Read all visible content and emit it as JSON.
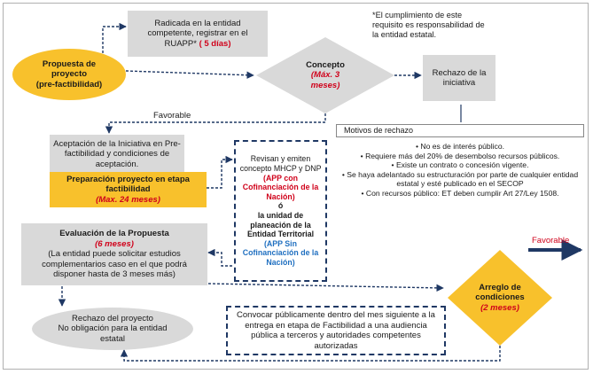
{
  "nodes": {
    "propuesta": {
      "line1": "Propuesta de",
      "line2": "proyecto",
      "line3": "(pre-factibilidad)"
    },
    "radicada": {
      "text": "Radicada en la entidad competente, registrar en el RUAPP*",
      "time": "( 5 días)"
    },
    "concepto": {
      "title": "Concepto",
      "time": "(Máx. 3 meses)"
    },
    "nota": {
      "text": "*El cumplimiento de este requisito es responsabilidad de la entidad estatal."
    },
    "rechazo_iniciativa": {
      "text": "Rechazo de la iniciativa"
    },
    "favorable_label": "Favorable",
    "aceptacion": {
      "text": "Aceptación de la Iniciativa en Pre-factibilidad y condiciones de aceptación."
    },
    "preparacion": {
      "title": "Preparación proyecto en etapa factibilidad",
      "time": "(Max. 24 meses)"
    },
    "revisan": {
      "part1": "Revisan y emiten concepto MHCP y DNP",
      "part2": "(APP con Cofinanciación de la Nación)",
      "part3": "ó",
      "part4": "la unidad de planeación de la Entidad Territorial",
      "part5": "(APP Sin Cofinanciación de la Nación)"
    },
    "evaluacion": {
      "title": "Evaluación de la Propuesta",
      "time": "(6 meses)",
      "text": "(La entidad puede solicitar estudios complementarios caso en el que podrá disponer hasta de 3 meses más)"
    },
    "motivos": {
      "title": "Motivos de rechazo",
      "items": [
        "No es de interés público.",
        "Requiere más del 20% de desembolso recursos públicos.",
        "Existe un contrato o concesión vigente.",
        "Se haya adelantado su estructuración por parte de cualquier entidad estatal y esté publicado en el SECOP",
        "Con recursos público: ET deben cumplir Art 27/Ley 1508."
      ]
    },
    "favorable_right": "Favorable",
    "arreglo": {
      "title": "Arreglo de condiciones",
      "time": "(2 meses)"
    },
    "rechazo_proyecto": {
      "line1": "Rechazo del proyecto",
      "line2": "No obligación para la entidad estatal"
    },
    "convocar": {
      "text": "Convocar públicamente dentro del mes siguiente a la entrega en etapa de Factibilidad a una audiencia pública a terceros y autoridades competentes autorizadas"
    }
  },
  "colors": {
    "yellow": "#f8c12c",
    "grey": "#d9d9d9",
    "navy": "#1f3864",
    "red": "#d0021b",
    "blue": "#1f6fc0"
  }
}
